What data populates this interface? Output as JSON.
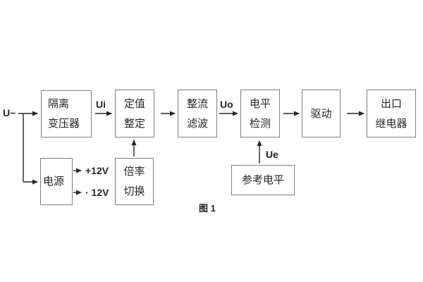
{
  "figure": {
    "caption": "图 1",
    "description": "relay-device signal-processing block diagram"
  },
  "signals": {
    "input": "U~",
    "ui": "Ui",
    "uo": "Uo",
    "ue": "Ue",
    "rail_pos": "+12V",
    "rail_neg": "· 12V"
  },
  "blocks": {
    "isolation_transformer": {
      "line1": "隔离",
      "line2": "变压器"
    },
    "setpoint_setting": {
      "line1": "定值",
      "line2": "整定"
    },
    "rectifier_filter": {
      "line1": "整流",
      "line2": "滤波"
    },
    "level_detection": {
      "line1": "电平",
      "line2": "检测"
    },
    "driver": {
      "label": "驱动"
    },
    "output_relay": {
      "line1": "出口",
      "line2": "继电器"
    },
    "power_supply": {
      "label": "电源"
    },
    "ratio_switch": {
      "line1": "倍率",
      "line2": "切换"
    },
    "reference_level": {
      "label": "参考电平"
    }
  },
  "colors": {
    "background": "#ffffff",
    "box_border": "#7f7f7f",
    "line": "#262626",
    "text": "#262626"
  }
}
